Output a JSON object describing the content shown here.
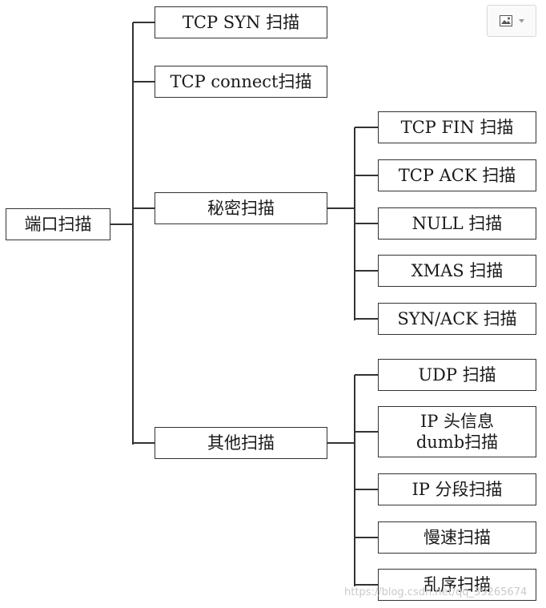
{
  "diagram": {
    "root": {
      "id": "root",
      "label": "端口扫描"
    },
    "branches": [
      {
        "id": "tcp-syn",
        "label": "TCP SYN 扫描",
        "children": []
      },
      {
        "id": "tcp-connect",
        "label": "TCP connect扫描",
        "children": []
      },
      {
        "id": "secret",
        "label": "秘密扫描",
        "children": [
          {
            "id": "tcp-fin",
            "label": "TCP FIN 扫描"
          },
          {
            "id": "tcp-ack",
            "label": "TCP ACK 扫描"
          },
          {
            "id": "null",
            "label": "NULL 扫描"
          },
          {
            "id": "xmas",
            "label": "XMAS 扫描"
          },
          {
            "id": "syn-ack",
            "label": "SYN/ACK 扫描"
          }
        ]
      },
      {
        "id": "other",
        "label": "其他扫描",
        "children": [
          {
            "id": "udp",
            "label": "UDP 扫描"
          },
          {
            "id": "ip-dumb",
            "label": "IP 头信息\ndumb扫描"
          },
          {
            "id": "ip-frag",
            "label": "IP 分段扫描"
          },
          {
            "id": "slow",
            "label": "慢速扫描"
          },
          {
            "id": "random",
            "label": "乱序扫描"
          }
        ]
      }
    ]
  },
  "toolbar": {
    "image_button_icon": "image-icon",
    "dropdown_icon": "caret-down-icon"
  },
  "watermark": "https://blog.csdn.net/qq_39265674",
  "colors": {
    "line": "#333333",
    "node_border": "#333333",
    "background": "#ffffff"
  }
}
